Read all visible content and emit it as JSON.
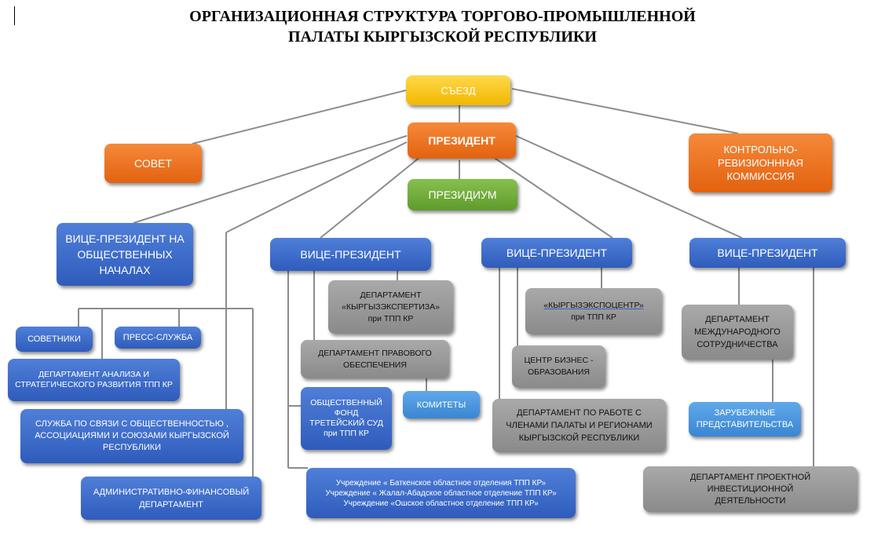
{
  "title": {
    "line1": "ОРГАНИЗАЦИОННАЯ СТРУКТУРА ТОРГОВО-ПРОМЫШЛЕННОЙ",
    "line2": "ПАЛАТЫ КЫРГЫЗСКОЙ РЕСПУБЛИКИ"
  },
  "nodes": {
    "congress": "СЪЕЗД",
    "president": "ПРЕЗИДЕНТ",
    "council": "СОВЕТ",
    "presidium": "ПРЕЗИДИУМ",
    "audit_commission": [
      "КОНТРОЛЬНО-",
      "РЕВИЗИОНННАЯ",
      "КОММИССИЯ"
    ],
    "vp_volunteer": [
      "ВИЦЕ-ПРЕЗИДЕНТ НА",
      "ОБЩЕСТВЕННЫХ",
      "НАЧАЛАХ"
    ],
    "vp1": "ВИЦЕ-ПРЕЗИДЕНТ",
    "vp2": "ВИЦЕ-ПРЕЗИДЕНТ",
    "vp3": "ВИЦЕ-ПРЕЗИДЕНТ",
    "advisors": "СОВЕТНИКИ",
    "press": "ПРЕСС-СЛУЖБА",
    "analysis_dept": [
      "ДЕПАРТАМЕНТ АНАЛИЗА И",
      "СТРАТЕГИЧЕСКОГО РАЗВИТИЯ ТПП КР"
    ],
    "pr_service": [
      "СЛУЖБА  ПО СВЯЗИ С ОБЩЕСТВЕННОСТЬЮ ,",
      "АССОЦИАЦИЯМИ  И СОЮЗАМИ КЫРГЫЗСКОЙ",
      "РЕСПУБЛИКИ"
    ],
    "admin_fin": [
      "АДМИНИСТРАТИВНО-ФИНАНСОВЫЙ",
      "ДЕПАРТАМЕНТ"
    ],
    "kyrgyzexpertiza": [
      "ДЕПАРТАМЕНТ",
      "«КЫРГЫЗЭКСПЕРТИЗА»",
      "при ТПП КР"
    ],
    "legal_dept": [
      "ДЕПАРТАМЕНТ ПРАВОВОГО",
      "ОБЕСПЕЧЕНИЯ"
    ],
    "arbitration": [
      "ОБЩЕСТВЕННЫЙ",
      "ФОНД",
      "ТРЕТЕЙСКИЙ СУД",
      "при ТПП КР"
    ],
    "committees": "КОМИТЕТЫ",
    "regional": [
      "Учреждение « Баткенское областное отделения ТПП КР»",
      "Учреждение « Жалал-Абадское областное отделение ТПП КР»",
      "Учреждение «Ошское областное отделение ТПП КР»"
    ],
    "expocenter": [
      "«КЫРГЫЗЭКСПОЦЕНТР»",
      "при ТПП КР"
    ],
    "business_edu": [
      "ЦЕНТР БИЗНЕС -",
      "ОБРАЗОВАНИЯ"
    ],
    "members_dept": [
      "ДЕПАРТАМЕНТ ПО РАБОТЕ С",
      "ЧЛЕНАМИ ПАЛАТЫ И РЕГИОНАМИ",
      "КЫРГЫЗСКОЙ РЕСПУБЛИКИ"
    ],
    "intl_dept": [
      "ДЕПАРТАМЕНТ",
      "МЕЖДУНАРОДНОГО",
      "СОТРУДНИЧЕСТВА"
    ],
    "foreign_reps": [
      "ЗАРУБЕЖНЫЕ",
      "ПРЕДСТАВИТЕЛЬСТВА"
    ],
    "invest_dept": [
      "ДЕПАРТАМЕНТ ПРОЕКТНОЙ ИНВЕСТИЦИОННОЙ",
      "ДЕЯТЕЛЬНОСТИ"
    ]
  }
}
